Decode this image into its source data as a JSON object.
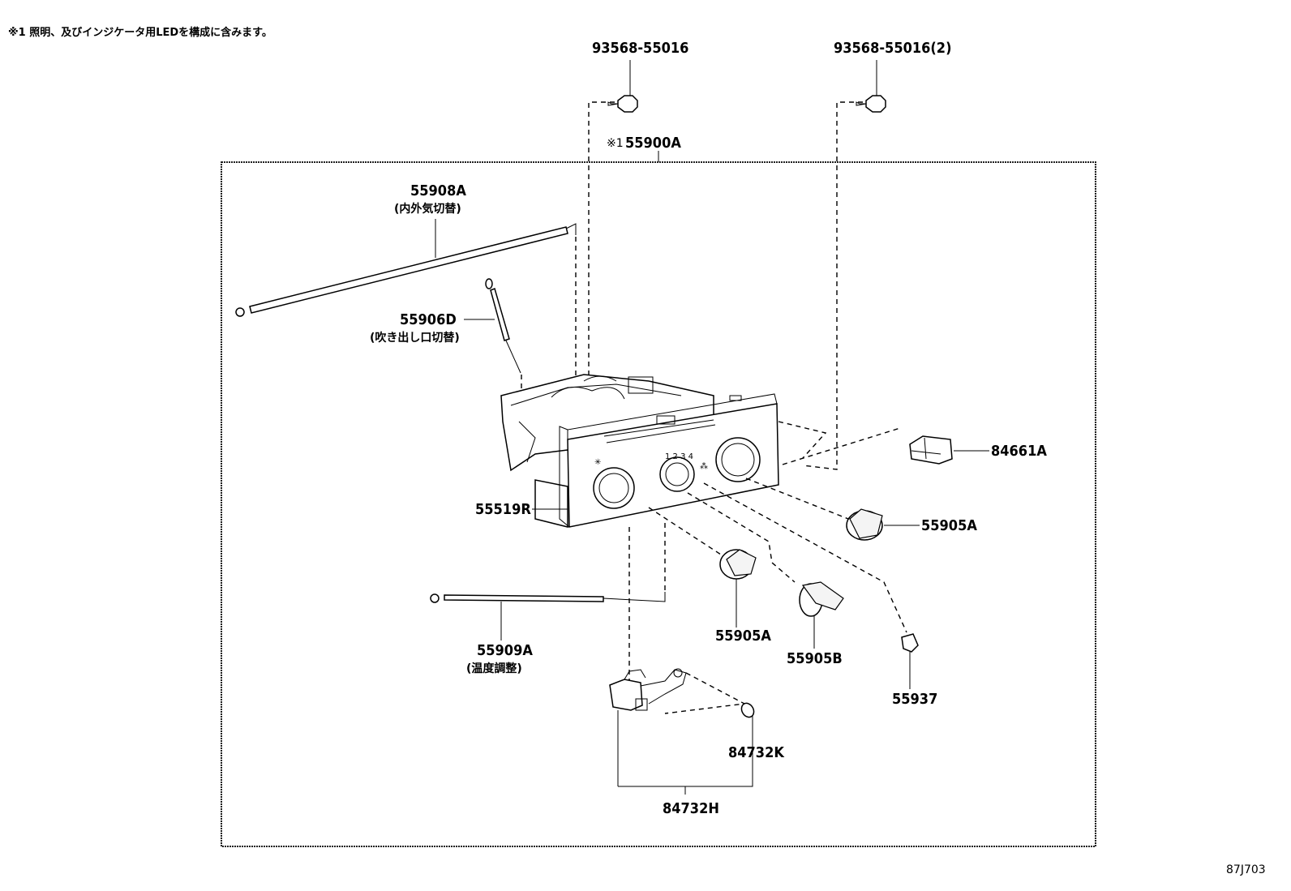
{
  "note": "※1 照明、及びインジケータ用LEDを構成に含みます。",
  "diagram_code": "87J703",
  "assembly": {
    "mark": "※1",
    "part_no": "55900A"
  },
  "parts": {
    "bolt_left": "93568-55016",
    "bolt_right": "93568-55016(2)",
    "cable_intake": {
      "part_no": "55908A",
      "desc": "(内外気切替)"
    },
    "cable_outlet": {
      "part_no": "55906D",
      "desc": "(吹き出し口切替)"
    },
    "cable_temp": {
      "part_no": "55909A",
      "desc": "(温度調整)"
    },
    "panel": "55519R",
    "connector": "84661A",
    "knob_right": "55905A",
    "knob_center": "55905A",
    "knob_fan": "55905B",
    "small_knob": "55937",
    "bulb": "84732K",
    "socket_assy": "84732H"
  }
}
